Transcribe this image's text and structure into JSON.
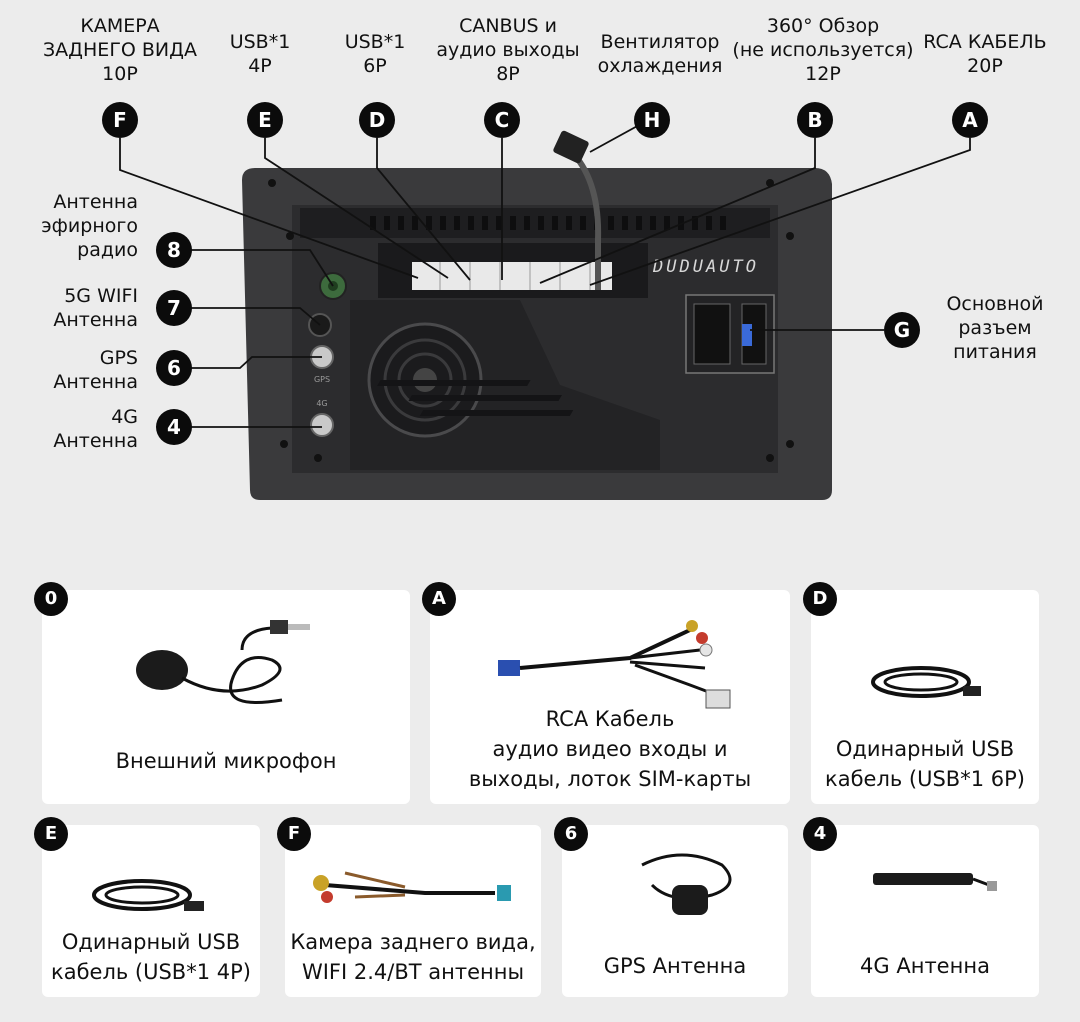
{
  "top_labels": [
    {
      "id": "F",
      "lines": [
        "КАМЕРА",
        "ЗАДНЕГО ВИДА",
        "10P"
      ]
    },
    {
      "id": "E",
      "lines": [
        "USB*1",
        "4P"
      ]
    },
    {
      "id": "D",
      "lines": [
        "USB*1",
        "6P"
      ]
    },
    {
      "id": "C",
      "lines": [
        "CANBUS и",
        "аудио выходы",
        "8P"
      ]
    },
    {
      "id": "H",
      "lines": [
        "Вентилятор",
        "охлаждения"
      ]
    },
    {
      "id": "B",
      "lines": [
        "360° Обзор",
        "(не используется)",
        "12P"
      ]
    },
    {
      "id": "A",
      "lines": [
        "RCA КАБЕЛЬ",
        "20P"
      ]
    }
  ],
  "side_labels": [
    {
      "id": "8",
      "lines": [
        "Антенна",
        "эфирного",
        "радио"
      ]
    },
    {
      "id": "7",
      "lines": [
        "5G WIFI",
        "Антенна"
      ]
    },
    {
      "id": "6",
      "lines": [
        "GPS",
        "Антенна"
      ]
    },
    {
      "id": "4",
      "lines": [
        "4G",
        "Антенна"
      ]
    }
  ],
  "right_label": {
    "id": "G",
    "lines": [
      "Основной",
      "разъем",
      "питания"
    ]
  },
  "device": {
    "brand": "DUDUAUTO",
    "gps_port": "GPS",
    "lte_port": "4G"
  },
  "cards": [
    {
      "badge": "0",
      "lines": [
        "Внешний микрофон"
      ]
    },
    {
      "badge": "A",
      "lines": [
        "RCA Кабель",
        "аудио видео входы и",
        "выходы, лоток SIM-карты"
      ]
    },
    {
      "badge": "D",
      "lines": [
        "Одинарный USB",
        "кабель (USB*1 6P)"
      ]
    },
    {
      "badge": "E",
      "lines": [
        "Одинарный USB",
        "кабель (USB*1 4P)"
      ]
    },
    {
      "badge": "F",
      "lines": [
        "Камера заднего вида,",
        "WIFI 2.4/BT антенны"
      ]
    },
    {
      "badge": "6",
      "lines": [
        "GPS Антенна"
      ]
    },
    {
      "badge": "4",
      "lines": [
        "4G Антенна"
      ]
    }
  ]
}
